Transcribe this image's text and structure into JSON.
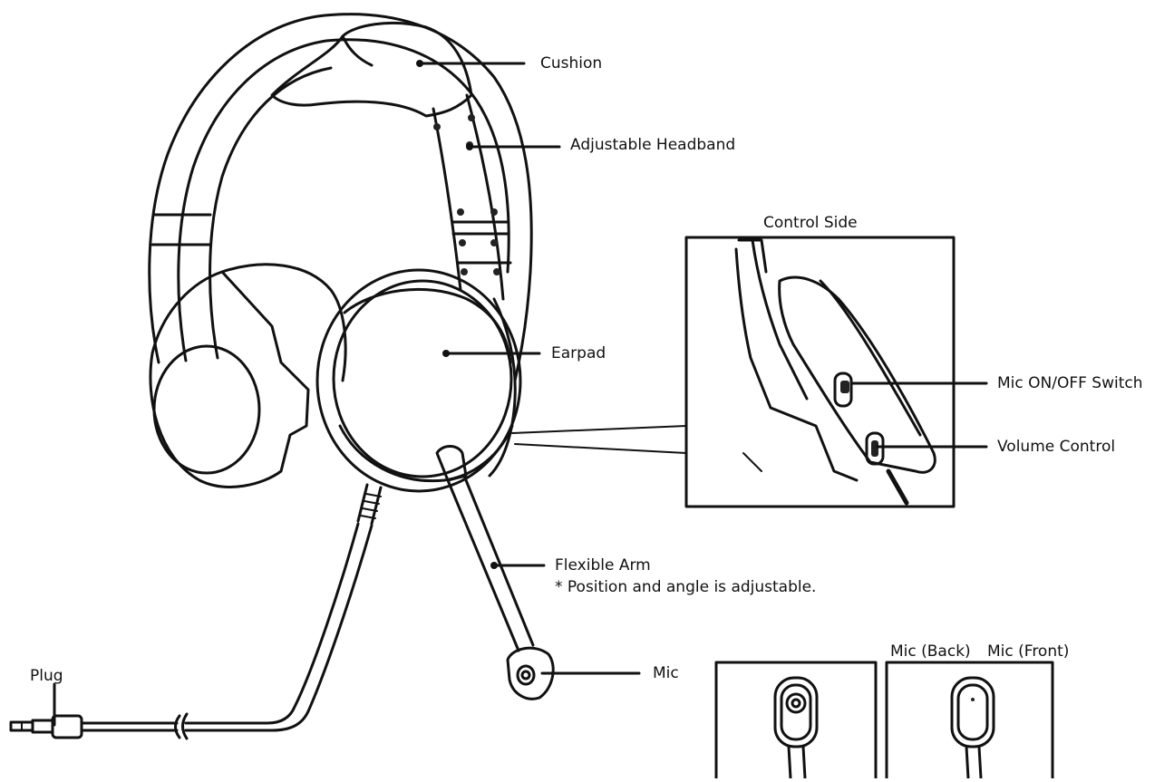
{
  "labels": {
    "cushion": "Cushion",
    "headband": "Adjustable Headband",
    "control_side": "Control Side",
    "earpad": "Earpad",
    "mic_switch": "Mic ON/OFF Switch",
    "volume": "Volume Control",
    "flexible_arm": "Flexible Arm",
    "flexible_arm_note": "* Position and angle is adjustable.",
    "mic": "Mic",
    "mic_back": "Mic (Back)",
    "mic_front": "Mic (Front)",
    "plug": "Plug"
  },
  "colors": {
    "line": "#111111",
    "background": "#ffffff",
    "dot": "#222222"
  }
}
